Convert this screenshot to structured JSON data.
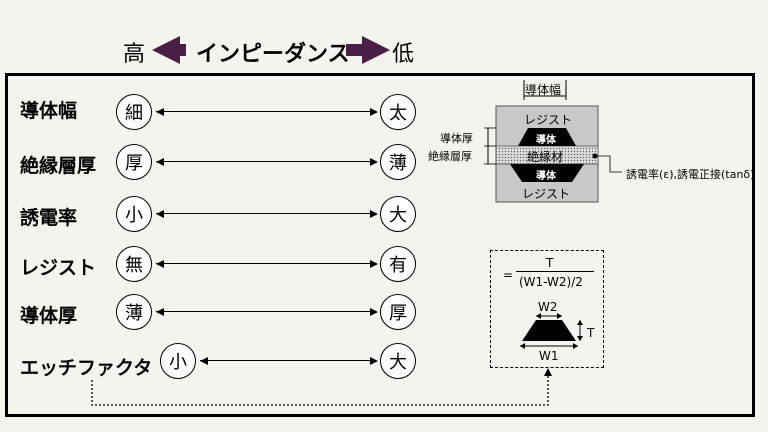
{
  "header": {
    "high": "高",
    "title": "インピーダンス",
    "low": "低",
    "arrow_color": "#4a1f45"
  },
  "rows": [
    {
      "label": "導体幅",
      "left": "細",
      "right": "太"
    },
    {
      "label": "絶縁層厚",
      "left": "厚",
      "right": "薄"
    },
    {
      "label": "誘電率",
      "left": "小",
      "right": "大"
    },
    {
      "label": "レジスト",
      "left": "無",
      "right": "有"
    },
    {
      "label": "導体厚",
      "left": "薄",
      "right": "厚"
    },
    {
      "label": "エッチファクタ",
      "left": "小",
      "right": "大"
    }
  ],
  "cross_section": {
    "width_label": "導体幅",
    "resist_top": "レジスト",
    "conductor_top": "導体",
    "insulation": "絶縁材",
    "conductor_bottom": "導体",
    "resist_bottom": "レジスト",
    "thickness_label": "導体厚",
    "insulation_thickness_label": "絶縁層厚",
    "dielectric_note": "誘電率(ε),誘電正接(tanδ)"
  },
  "etch_factor": {
    "eq": "=",
    "numerator": "T",
    "denominator": "(W1-W2)/2",
    "w2": "W2",
    "w1": "W1",
    "t": "T"
  }
}
